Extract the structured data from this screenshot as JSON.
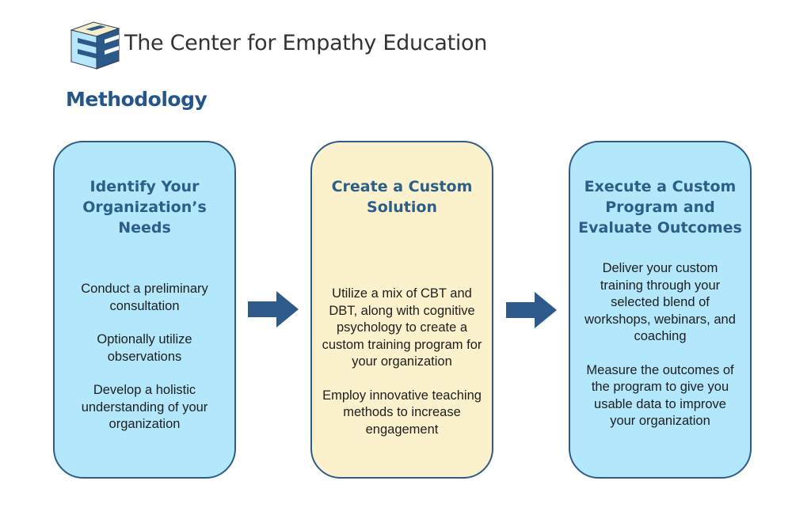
{
  "header": {
    "logo_icon": "stacked-e-cube-logo",
    "brand_name": "The Center for Empathy Education",
    "section_title": "Methodology"
  },
  "colors": {
    "accent_blue": "#24558c",
    "card_blue": "#b3e7fb",
    "card_yellow": "#fbf1cc",
    "border": "#2f5d89",
    "arrow": "#2d5a8a"
  },
  "steps": [
    {
      "title": "Identify Your Organization’s Needs",
      "color": "blue",
      "points": [
        "Conduct a preliminary consultation",
        "Optionally utilize observations",
        "Develop a holistic understanding of your organization"
      ]
    },
    {
      "title": "Create a Custom Solution",
      "color": "yellow",
      "points": [
        "Utilize a mix of CBT and DBT, along with cognitive psychology to create a custom training program for your organization",
        "Employ innovative teaching methods to increase engagement"
      ]
    },
    {
      "title": "Execute a Custom Program and Evaluate Outcomes",
      "color": "blue",
      "points": [
        "Deliver your custom training through your selected blend of workshops, webinars, and coaching",
        "Measure the outcomes of the program to give you usable data to improve your organization"
      ]
    }
  ],
  "connectors": [
    {
      "icon": "right-arrow-icon",
      "from": 1,
      "to": 2
    },
    {
      "icon": "right-arrow-icon",
      "from": 2,
      "to": 3
    }
  ]
}
